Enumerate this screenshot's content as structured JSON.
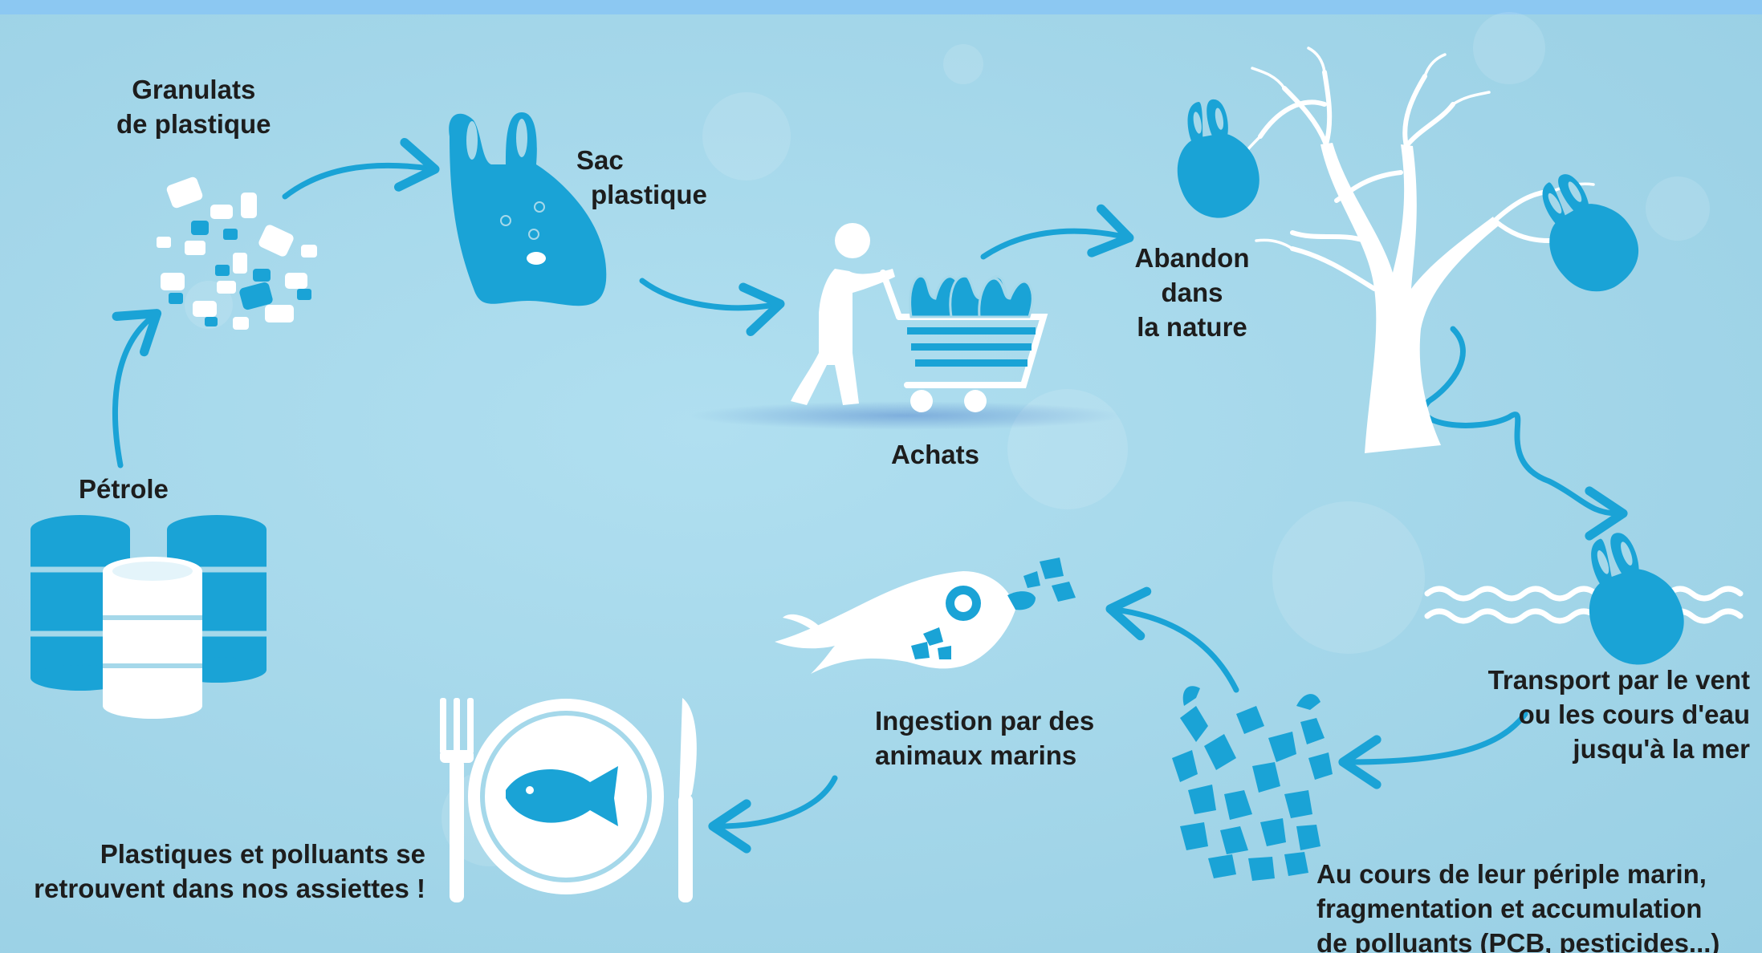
{
  "steps": {
    "granulats": {
      "line1": "Granulats",
      "line2": "de plastique"
    },
    "sac": {
      "line1": "Sac",
      "line2": "plastique"
    },
    "achats": {
      "line1": "Achats"
    },
    "abandon": {
      "line1": "Abandon",
      "line2": "dans",
      "line3": "la nature"
    },
    "transport": {
      "line1": "Transport par le vent",
      "line2": "ou les cours d'eau",
      "line3": "jusqu'à la mer"
    },
    "fragmentation": {
      "line1": "Au cours de leur périple marin,",
      "line2": "fragmentation et accumulation",
      "line3": "de polluants (PCB, pesticides...)"
    },
    "ingestion": {
      "line1": "Ingestion par des",
      "line2": "animaux marins"
    },
    "assiettes": {
      "line1": "Plastiques et polluants se",
      "line2": "retrouvent dans nos assiettes !"
    },
    "petrole": {
      "line1": "Pétrole"
    }
  },
  "colors": {
    "background": "#a5d8ea",
    "accent": "#1aa3d6",
    "white": "#ffffff",
    "text": "#1d1d1d"
  }
}
